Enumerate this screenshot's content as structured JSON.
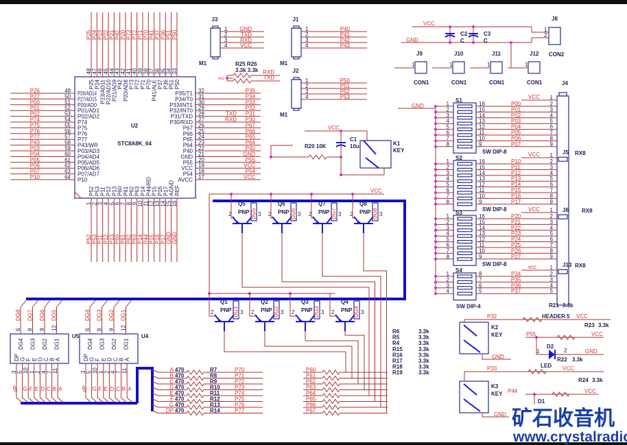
{
  "u2": {
    "ref": "U2",
    "part": "STC8A8K_64",
    "left": [
      [
        "49",
        "P26/AD14",
        "P26"
      ],
      [
        "50",
        "P27/AD15",
        "P27"
      ],
      [
        "51",
        "P00/AD0",
        "P00"
      ],
      [
        "52",
        "P01/AD1",
        "P01"
      ],
      [
        "53",
        "P02/AD2",
        "P02"
      ],
      [
        "54",
        "P74",
        "P74"
      ],
      [
        "55",
        "P75",
        "P75"
      ],
      [
        "56",
        "P76",
        "P76"
      ],
      [
        "57",
        "P77",
        "P77"
      ],
      [
        "58",
        "P43/WR",
        "P43"
      ],
      [
        "59",
        "P03/AD3",
        "P03"
      ],
      [
        "60",
        "P04/AD4",
        "P04"
      ],
      [
        "61",
        "P05/AD5",
        "P05"
      ],
      [
        "62",
        "P06/AD6",
        "P06"
      ],
      [
        "63",
        "P07/AD7",
        "P07"
      ],
      [
        "64",
        "P10",
        "P10"
      ]
    ],
    "right": [
      [
        "32",
        "P35/T1",
        "P35",
        ""
      ],
      [
        "31",
        "P34/T0",
        "P34",
        ""
      ],
      [
        "30",
        "P33/INT1",
        "P33",
        ""
      ],
      [
        "29",
        "P32/INT0",
        "P32",
        ""
      ],
      [
        "28",
        "P31/TXD",
        "P31",
        "TXD"
      ],
      [
        "27",
        "P30/RXD",
        "P30",
        "RXD"
      ],
      [
        "26",
        "P67",
        "P67",
        ""
      ],
      [
        "25",
        "P66",
        "P66",
        ""
      ],
      [
        "24",
        "P65",
        "P65",
        ""
      ],
      [
        "23",
        "P64",
        "P64",
        ""
      ],
      [
        "22",
        "P40",
        "P40",
        ""
      ],
      [
        "21",
        "GND",
        "GND",
        ""
      ],
      [
        "20",
        "P55",
        "P55",
        ""
      ],
      [
        "19",
        "VCC",
        "VCC",
        ""
      ],
      [
        "18",
        "P54",
        "P54",
        ""
      ],
      [
        "17",
        "AVCC",
        "VCC",
        ""
      ]
    ],
    "top": [
      [
        "48",
        "P25",
        "P25"
      ],
      [
        "47",
        "P24",
        "P24"
      ],
      [
        "46",
        "P23/AD11",
        "P23"
      ],
      [
        "45",
        "P22/AD10",
        "P22"
      ],
      [
        "44",
        "P21/AD9",
        "P21"
      ],
      [
        "43",
        "P42",
        "P42"
      ],
      [
        "42",
        "P20/AD8",
        "P20"
      ],
      [
        "41",
        "P73",
        "P73"
      ],
      [
        "40",
        "P72",
        "P72"
      ],
      [
        "39",
        "P71",
        "P71"
      ],
      [
        "38",
        "P70",
        "P70"
      ],
      [
        "37",
        "P41/ALE",
        "P41"
      ],
      [
        "36",
        "P37",
        "P37"
      ],
      [
        "35",
        "P36",
        "P36"
      ],
      [
        "34",
        "P51",
        "P51"
      ],
      [
        "33",
        "P50",
        "P50"
      ]
    ],
    "bottom": [
      [
        "1",
        "P52",
        "P52"
      ],
      [
        "2",
        "P53",
        "P53"
      ],
      [
        "3",
        "P11",
        "P11"
      ],
      [
        "4",
        "P12",
        "P12"
      ],
      [
        "5",
        "P13",
        "P13"
      ],
      [
        "6",
        "P60",
        "P60"
      ],
      [
        "7",
        "P61",
        "P61"
      ],
      [
        "8",
        "P62",
        "P62"
      ],
      [
        "9",
        "P63",
        "P63"
      ],
      [
        "10",
        "P14",
        "P14"
      ],
      [
        "11",
        "P44/RD",
        "P44"
      ],
      [
        "12",
        "P15",
        "P15"
      ],
      [
        "13",
        "P16",
        "P16"
      ],
      [
        "14",
        "P17",
        "P17"
      ],
      [
        "15",
        "AGND",
        "GND"
      ],
      [
        "16",
        "REF",
        "GND"
      ]
    ]
  },
  "headers": [
    {
      "ref": "J3",
      "model": "M1",
      "pins": [
        "1",
        "2",
        "3",
        "4"
      ],
      "nets": [
        "GND",
        "TXD",
        "RXD",
        "VCC"
      ]
    },
    {
      "ref": "J1",
      "model": "M1",
      "pins": [
        "1",
        "2",
        "3",
        "4"
      ],
      "nets": [
        "P40",
        "P41",
        "P42",
        "P43"
      ]
    },
    {
      "ref": "J2",
      "model": "M1",
      "pins": [
        "1",
        "2",
        "3",
        "4"
      ],
      "nets": [
        "P50",
        "P51",
        "P52",
        "P53"
      ]
    }
  ],
  "pullups": {
    "refs": "R25 R26",
    "values": "3.3k 3.3k",
    "vcc": "vcc",
    "nets": [
      "RXD",
      "TXD"
    ]
  },
  "reset": {
    "vcc": "VCC",
    "c1_ref": "C1",
    "c1_val": "10u",
    "r20": "R20 10K",
    "k1_ref": "K1",
    "k1_type": "KEY"
  },
  "power": {
    "vcc": "VCC",
    "gnd": "GND",
    "c2": "C2",
    "c3": "C3",
    "c_val": "C",
    "j8": "J8",
    "j8_type": "CON2",
    "j8_pins": [
      "1",
      "2"
    ],
    "test_points": [
      {
        "ref": "J9",
        "type": "CON1",
        "pin": "1"
      },
      {
        "ref": "J10",
        "type": "CON1",
        "pin": "1"
      },
      {
        "ref": "J11",
        "type": "CON1",
        "pin": "1"
      },
      {
        "ref": "J12",
        "type": "CON1",
        "pin": "1"
      }
    ]
  },
  "dip": {
    "gnd": "GND",
    "j4": "J4",
    "r21": "R21",
    "r21_val": "3.3k",
    "switches": [
      {
        "ref": "S1",
        "type": "SW DIP-8",
        "vcc": "VCC",
        "left": [
          "1",
          "2",
          "3",
          "4",
          "5",
          "6",
          "7",
          "8"
        ],
        "right": [
          "16",
          "15",
          "14",
          "13",
          "12",
          "11",
          "10",
          "9"
        ],
        "nets": [
          "P00",
          "P01",
          "P02",
          "P03",
          "P04",
          "P05",
          "P06",
          "P07"
        ],
        "conn": [
          "1",
          "2",
          "3",
          "4",
          "5",
          "6",
          "7",
          "8",
          "9"
        ],
        "rx": "J5",
        "rx_type": "RX8"
      },
      {
        "ref": "S2",
        "type": "SW DIP-8",
        "vcc": "VCC",
        "left": [
          "1",
          "2",
          "3",
          "4",
          "5",
          "6",
          "7",
          "8"
        ],
        "right": [
          "16",
          "15",
          "14",
          "13",
          "12",
          "11",
          "10",
          "9"
        ],
        "nets": [
          "P10",
          "P11",
          "P12",
          "P13",
          "P14",
          "P15",
          "P16",
          "P17"
        ],
        "conn": [
          "1",
          "2",
          "3",
          "4",
          "5",
          "6",
          "7",
          "8",
          "9"
        ],
        "rx": "J6",
        "rx_type": "RX8"
      },
      {
        "ref": "S3",
        "type": "SW DIP-8",
        "vcc": "VCC",
        "left": [
          "1",
          "2",
          "3",
          "4",
          "5",
          "6",
          "7",
          "8"
        ],
        "right": [
          "16",
          "15",
          "14",
          "13",
          "12",
          "11",
          "10",
          "9"
        ],
        "nets": [
          "P20",
          "P21",
          "P22",
          "P23",
          "P24",
          "P25",
          "P26",
          "P27"
        ],
        "conn": [
          "1",
          "2",
          "3",
          "4",
          "5",
          "6",
          "7",
          "8",
          "9"
        ],
        "rx": "J13",
        "rx_type": "RX8"
      },
      {
        "ref": "S4",
        "type": "SW DIP-4",
        "vcc": "vcc",
        "left": [
          "1",
          "2",
          "3",
          "4"
        ],
        "right": [
          "8",
          "7",
          "6",
          "5"
        ],
        "nets": [
          "P34",
          "P35",
          "P36",
          "P37"
        ],
        "conn": [
          "1",
          "2",
          "3",
          "4",
          "5"
        ],
        "rx": "",
        "rx_type": ""
      }
    ]
  },
  "transistors": {
    "vcc": "VCC",
    "top": [
      {
        "ref": "Q5",
        "type": "PNP",
        "dg": "DG5"
      },
      {
        "ref": "Q6",
        "type": "PNP",
        "dg": "DG6"
      },
      {
        "ref": "Q7",
        "type": "PNP",
        "dg": "DG7"
      },
      {
        "ref": "Q8",
        "type": "PNP",
        "dg": "DG8"
      }
    ],
    "bottom": [
      {
        "ref": "Q1",
        "type": "PNP",
        "dg": "DG1"
      },
      {
        "ref": "Q2",
        "type": "PNP",
        "dg": "DG2"
      },
      {
        "ref": "Q3",
        "type": "PNP",
        "dg": "DG3"
      },
      {
        "ref": "Q4",
        "type": "PNP",
        "dg": "DG4"
      }
    ],
    "pins": {
      "base": "2",
      "emitter": "3",
      "collector": "1"
    }
  },
  "displays": [
    {
      "ref": "U5",
      "top_pins": [
        "6",
        "8",
        "9",
        "12"
      ],
      "digits": [
        "DG4",
        "DG3",
        "DG2",
        "DG1"
      ],
      "top_nets": [
        "DG8",
        "DG7",
        "DG6",
        "DG5"
      ],
      "seg_inner": [
        "DP",
        "G",
        "F",
        "E",
        "D",
        "C",
        "B",
        "A"
      ],
      "seg_pins": [
        "3",
        "5",
        "10",
        "1",
        "2",
        "4",
        "7",
        "11"
      ],
      "seg_nets": [
        "dP",
        "G",
        "F",
        "E",
        "D",
        "C",
        "B",
        "A"
      ]
    },
    {
      "ref": "U4",
      "top_pins": [
        "6",
        "8",
        "9",
        "12"
      ],
      "digits": [
        "DG4",
        "DG3",
        "DG2",
        "DG1"
      ],
      "top_nets": [
        "DG4",
        "DG3",
        "DG2",
        "DG1"
      ],
      "seg_inner": [
        "DP",
        "G",
        "F",
        "E",
        "D",
        "C",
        "B",
        "A"
      ],
      "seg_pins": [
        "3",
        "5",
        "10",
        "1",
        "2",
        "4",
        "7",
        "11"
      ],
      "seg_nets": [
        "dP",
        "G",
        "F",
        "E",
        "D",
        "C",
        "B",
        "A"
      ]
    }
  ],
  "seg_resistors": {
    "segs": [
      "A",
      "B",
      "C",
      "D",
      "E",
      "F",
      "G",
      "DP"
    ],
    "value": "470",
    "refs": [
      "R7",
      "R8",
      "R9",
      "R10",
      "R11",
      "R12",
      "R13",
      "R14"
    ],
    "nets": [
      "P70",
      "P71",
      "P72",
      "P73",
      "P74",
      "P75",
      "P76",
      "P77"
    ]
  },
  "digit_resistors": {
    "nets": [
      "P60",
      "P61",
      "P62",
      "P63",
      "P64",
      "P65",
      "P66",
      "P67"
    ],
    "refs": [
      "R6",
      "R5",
      "R4",
      "R15",
      "R16",
      "R17",
      "R18",
      "R19"
    ],
    "value": "3.3k"
  },
  "inputs": {
    "k2": {
      "ref": "K2",
      "type": "KEY",
      "net": "P32",
      "gnd": "GND",
      "header": "HEADER 5",
      "vcc": "VCC",
      "r": "R23",
      "rv": "3.3k"
    },
    "led": {
      "net": "P55",
      "vcc": "VCC",
      "ref": "D2",
      "type": "LED",
      "r": "R22",
      "rv": "3.3k",
      "gnd": "GND",
      "pin1": "1",
      "pin2": "2"
    },
    "k3": {
      "ref": "K3",
      "type": "KEY",
      "net": "P33",
      "vcc": "VCC",
      "r": "R24",
      "rv": "3.3k",
      "gnd": "GND"
    },
    "d1": {
      "net": "P44",
      "vcc": "VCC",
      "ref": "D1"
    }
  },
  "watermark": {
    "logo": "矿石收音机",
    "url": "www.crystalradio.cn"
  }
}
